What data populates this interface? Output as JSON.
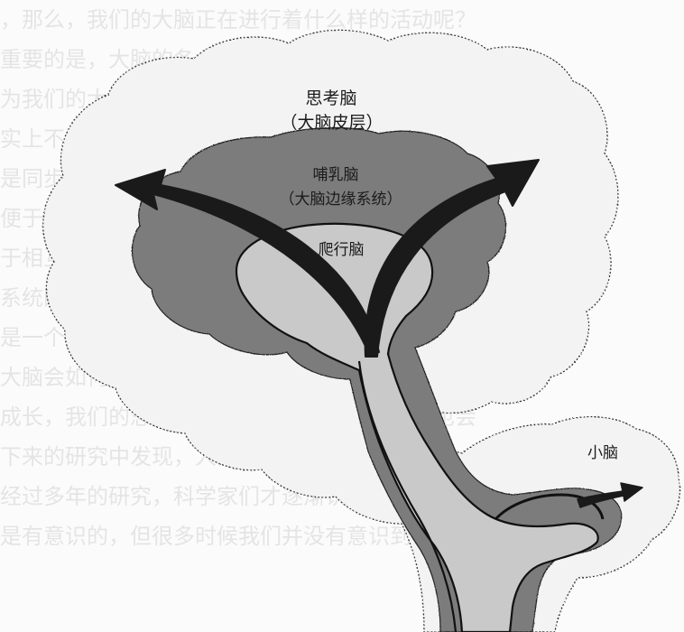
{
  "diagram": {
    "cortex": {
      "name": "思考脑",
      "subtitle": "（大脑皮层）"
    },
    "limbic": {
      "name": "哺乳脑",
      "subtitle": "（大脑边缘系统）"
    },
    "reptilian": {
      "name": "爬行脑"
    },
    "cerebellum": {
      "name": "小脑"
    }
  },
  "colors": {
    "cortex_fill": "#f3f3f3",
    "limbic_fill": "#7b7b7b",
    "reptilian_fill": "#c9c9c9",
    "outline": "#1a1a1a",
    "arrow": "#1a1a1a"
  }
}
